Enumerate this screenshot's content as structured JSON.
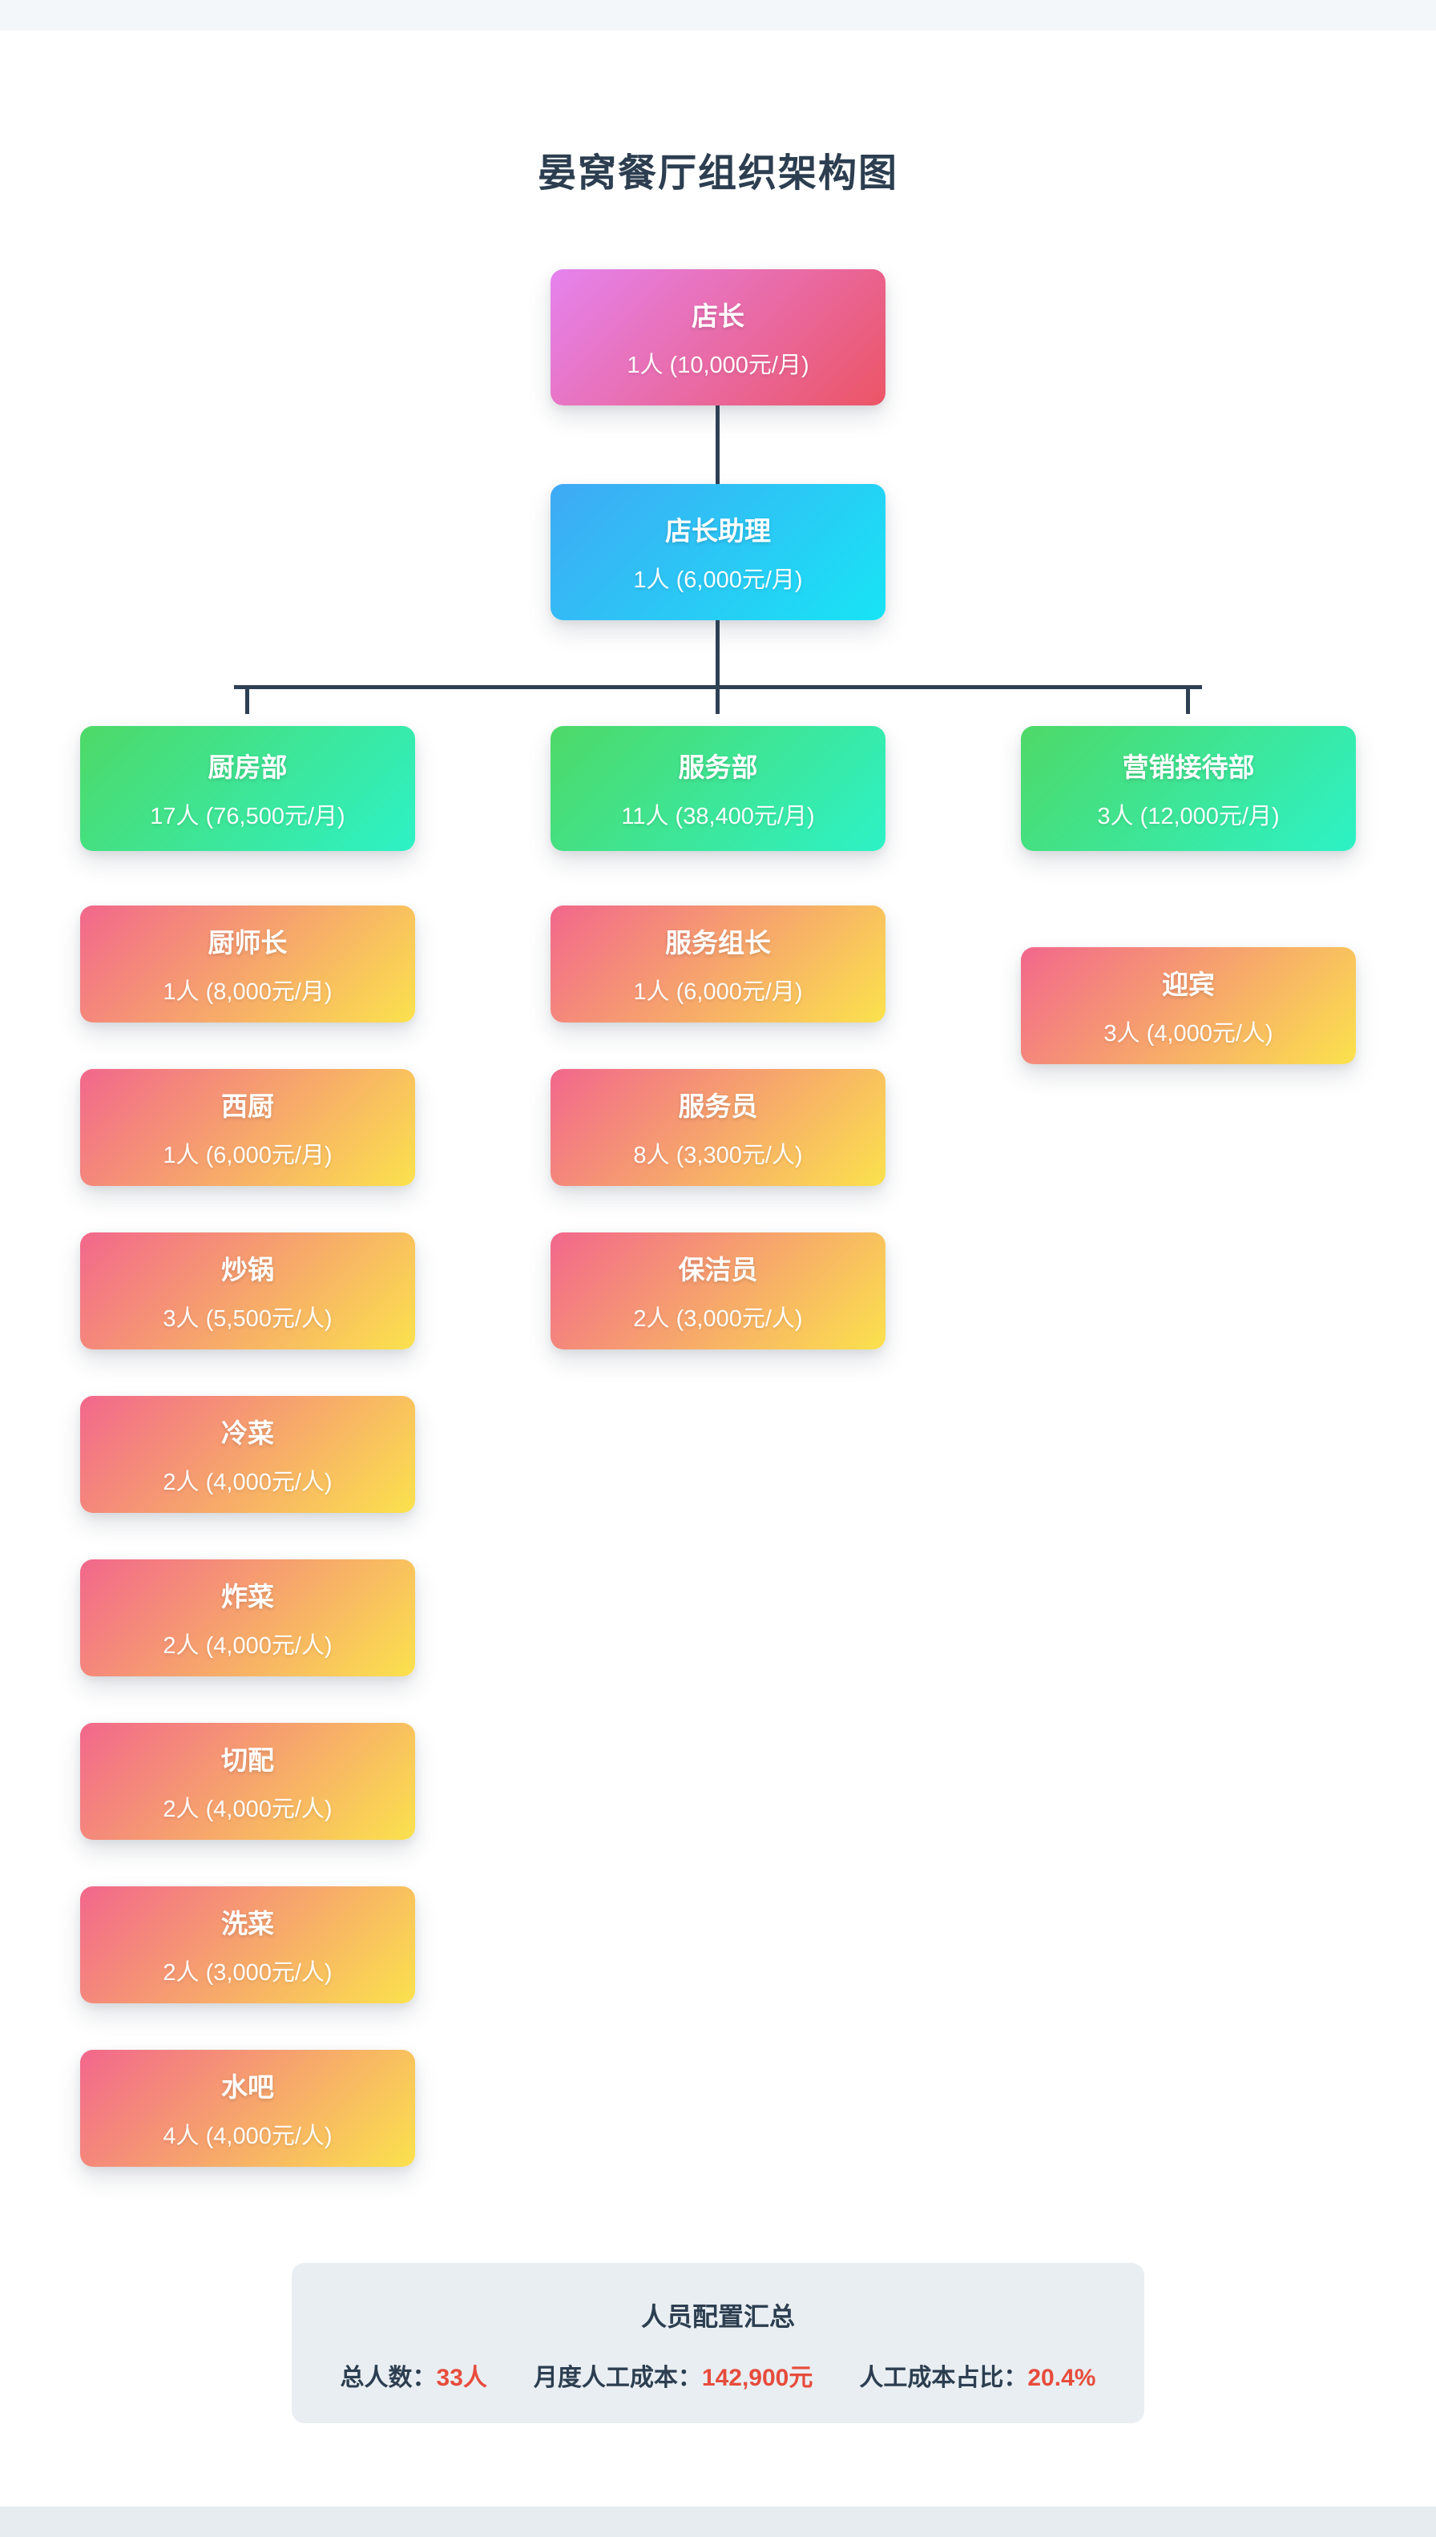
{
  "page": {
    "title": "晏窝餐厅组织架构图"
  },
  "org": {
    "root": {
      "title": "店长",
      "detail": "1人 (10,000元/月)"
    },
    "assistant": {
      "title": "店长助理",
      "detail": "1人 (6,000元/月)"
    },
    "departments": [
      {
        "title": "厨房部",
        "detail": "17人 (76,500元/月)",
        "children": [
          {
            "title": "厨师长",
            "detail": "1人 (8,000元/月)"
          },
          {
            "title": "西厨",
            "detail": "1人 (6,000元/月)"
          },
          {
            "title": "炒锅",
            "detail": "3人 (5,500元/人)"
          },
          {
            "title": "冷菜",
            "detail": "2人 (4,000元/人)"
          },
          {
            "title": "炸菜",
            "detail": "2人 (4,000元/人)"
          },
          {
            "title": "切配",
            "detail": "2人 (4,000元/人)"
          },
          {
            "title": "洗菜",
            "detail": "2人 (3,000元/人)"
          },
          {
            "title": "水吧",
            "detail": "4人 (4,000元/人)"
          }
        ]
      },
      {
        "title": "服务部",
        "detail": "11人 (38,400元/月)",
        "children": [
          {
            "title": "服务组长",
            "detail": "1人 (6,000元/月)"
          },
          {
            "title": "服务员",
            "detail": "8人 (3,300元/人)"
          },
          {
            "title": "保洁员",
            "detail": "2人 (3,000元/人)"
          }
        ]
      },
      {
        "title": "营销接待部",
        "detail": "3人 (12,000元/月)",
        "children": [
          {
            "title": "迎宾",
            "detail": "3人 (4,000元/人)"
          }
        ]
      }
    ]
  },
  "summary": {
    "title": "人员配置汇总",
    "stats": [
      {
        "label": "总人数：",
        "value": "33人"
      },
      {
        "label": "月度人工成本：",
        "value": "142,900元"
      },
      {
        "label": "人工成本占比：",
        "value": "20.4%"
      }
    ]
  },
  "colors": {
    "title_text": "#2c3e50",
    "connector": "#2e4053",
    "node_text": "#ffffff",
    "root_gradient_start": "#e583ef",
    "root_gradient_end": "#ec5565",
    "assistant_gradient_start": "#3fa9f5",
    "assistant_gradient_end": "#18e4f5",
    "dept_gradient_start": "#4ed967",
    "dept_gradient_end": "#2df2c6",
    "position_gradient_start": "#f2678c",
    "position_gradient_end": "#fbe24d",
    "summary_bg": "#e9eef2",
    "summary_value": "#e74c3c"
  },
  "layout": {
    "column_lefts": [
      100,
      687,
      1274
    ]
  }
}
